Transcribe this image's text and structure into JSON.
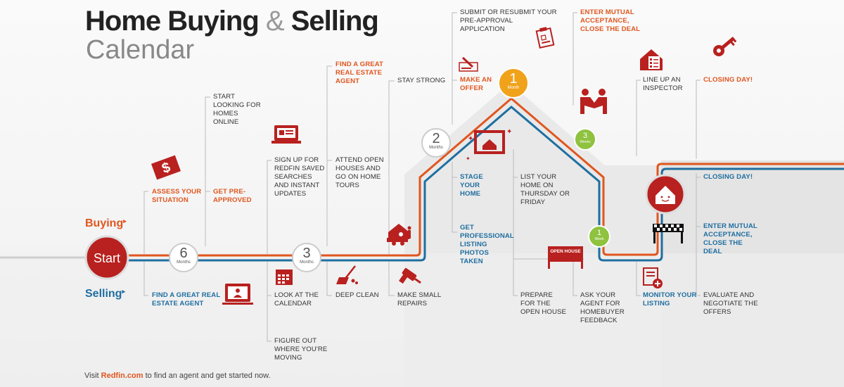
{
  "title": {
    "part1": "Home Buying",
    "amp": "&",
    "part2": "Selling",
    "line2": "Calendar"
  },
  "labels": {
    "buying": "Buying",
    "selling": "Selling",
    "start": "Start",
    "arrow": "▸"
  },
  "milestones": [
    {
      "n": "6",
      "u": "Months"
    },
    {
      "n": "3",
      "u": "Months"
    },
    {
      "n": "2",
      "u": "Months"
    },
    {
      "n": "1",
      "u": "Month"
    },
    {
      "n": "3",
      "u": "Weeks"
    },
    {
      "n": "1",
      "u": "Week"
    }
  ],
  "open_house_sign": "OPEN HOUSE",
  "buying_steps": {
    "assess": "Assess your situation",
    "start_looking": "Start looking for homes online",
    "get_preapproved": "Get pre-approved",
    "sign_up": "Sign up for Redfin saved searches and instant updates",
    "find_agent": "Find a great real estate agent",
    "attend_open": "Attend open houses and go on home tours",
    "stay_strong": "Stay strong",
    "submit": "Submit or resubmit your pre-approval application",
    "make_offer": "Make an offer",
    "enter_mutual": "Enter mutual acceptance, close the deal",
    "line_up": "Line up an inspector",
    "closing": "Closing day!"
  },
  "selling_steps": {
    "find_agent": "Find a great real estate agent",
    "calendar": "Look at the calendar",
    "figure_out": "Figure out where you're moving",
    "deep_clean": "Deep clean",
    "repairs": "Make small repairs",
    "stage": "Stage your home",
    "photos": "Get professional listing photos taken",
    "list_home": "List your home on Thursday or Friday",
    "prepare": "Prepare for the open house",
    "ask_agent": "Ask your agent for homebuyer feedback",
    "monitor": "Monitor your listing",
    "closing": "Closing day!",
    "enter_mutual": "Enter mutual acceptance, close the deal",
    "evaluate": "Evaluate and negotiate the offers"
  },
  "footer": {
    "pre": "Visit ",
    "link": "Redfin.com",
    "post": " to find an agent and get started now."
  },
  "colors": {
    "orange": "#e0561f",
    "blue": "#1f6ea0",
    "red": "#b8211f",
    "yellow": "#f0a21a",
    "green": "#8fc23f"
  },
  "icons": [
    "dollar-bill-icon",
    "laptop-icon",
    "family-house-icon",
    "check-icon",
    "framed-house-icon",
    "clipboard-icon",
    "handshake-icon",
    "checklist-house-icon",
    "key-icon",
    "happy-house-icon",
    "finish-flag-icon",
    "calendar-icon",
    "monitor-agent-icon",
    "broom-icon",
    "drill-icon",
    "open-house-sign-icon",
    "document-plus-icon"
  ]
}
